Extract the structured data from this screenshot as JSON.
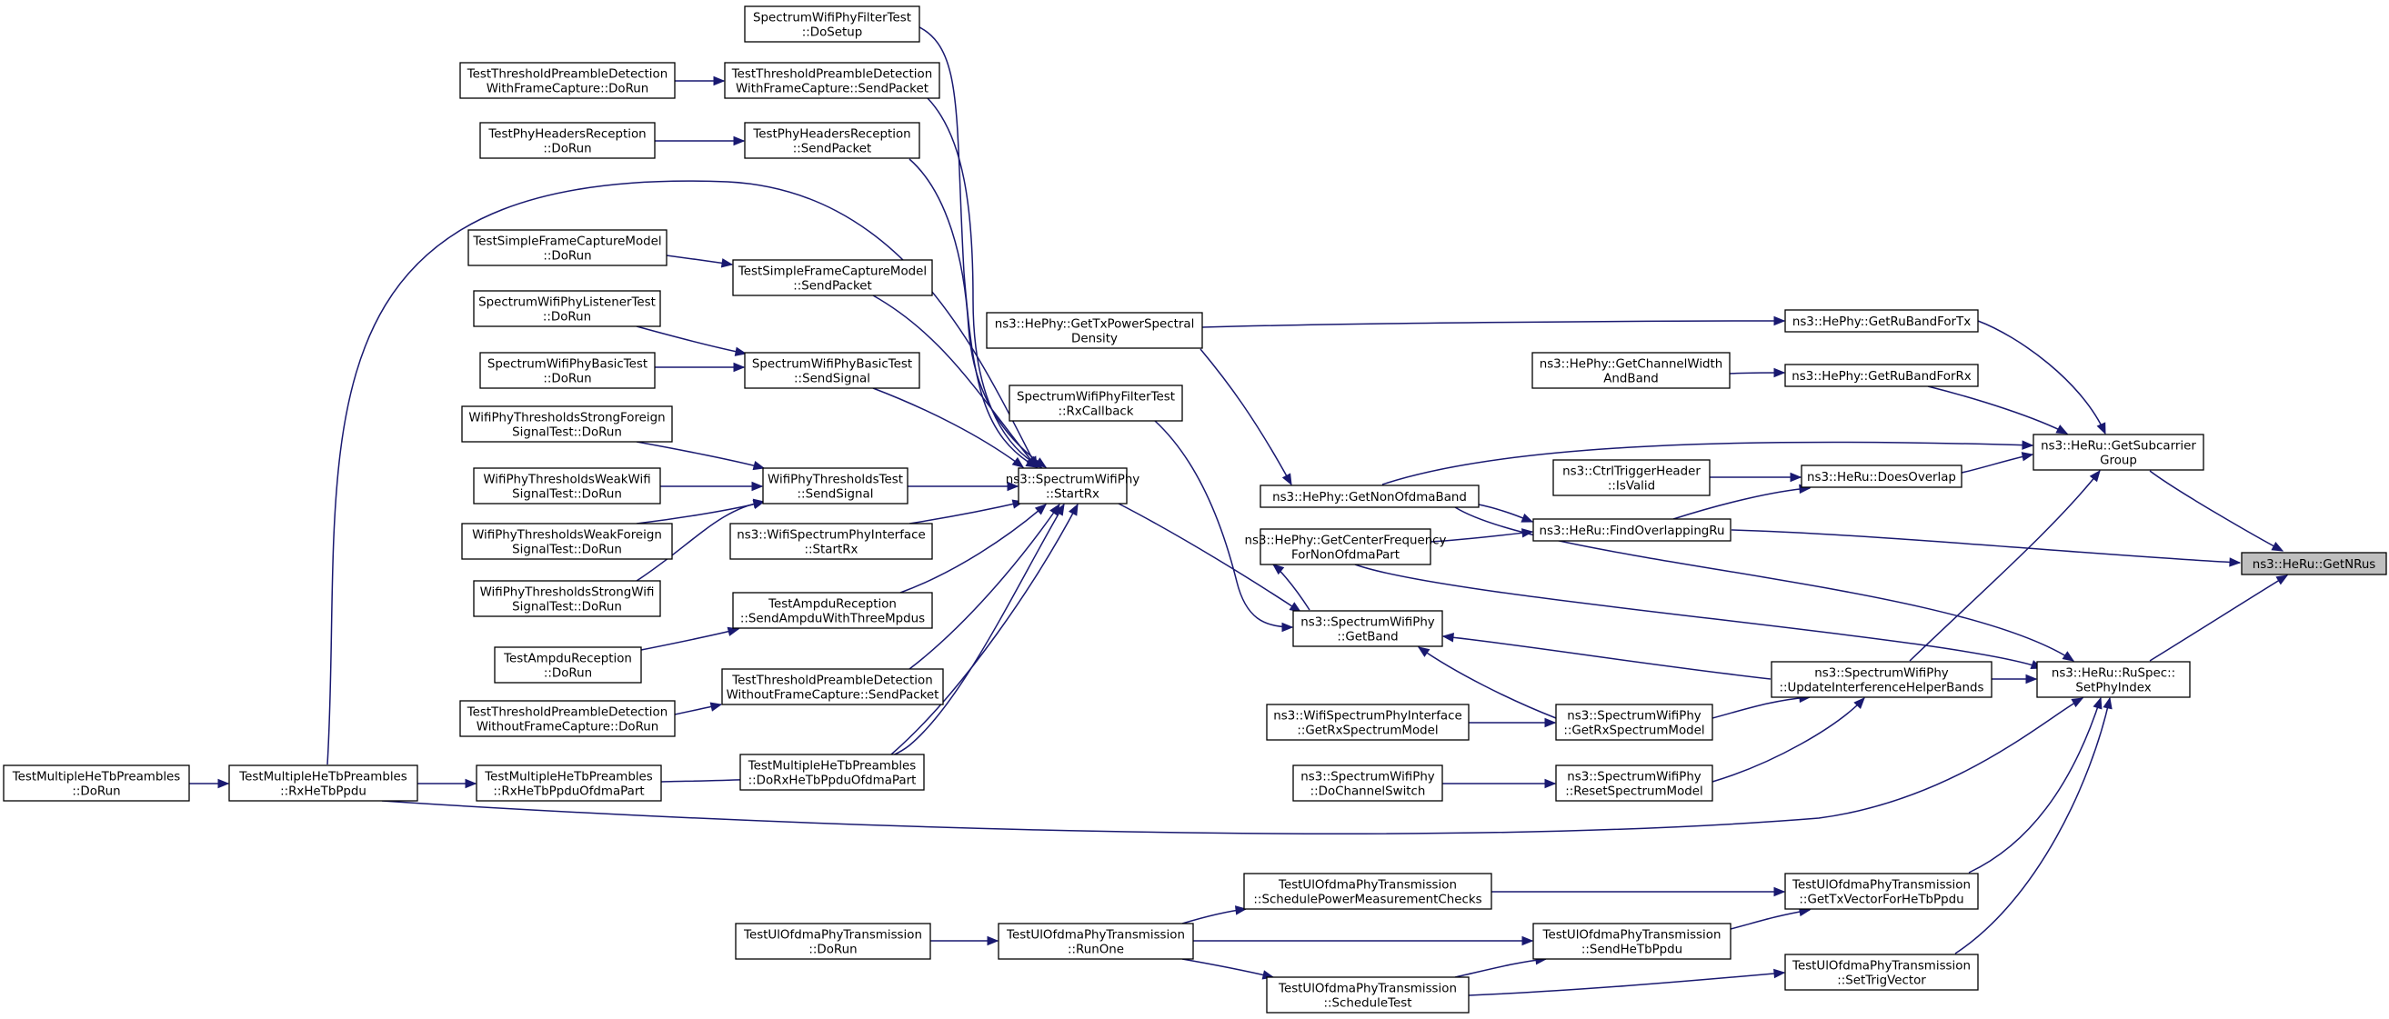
{
  "graph": {
    "title": "",
    "colors": {
      "edge": "#191970",
      "node_border": "#000000",
      "target_fill": "#bfbfbf",
      "node_fill": "#ffffff"
    },
    "nodes": [
      {
        "id": "n0",
        "lines": [
          "ns3::HeRu::GetNRus"
        ],
        "target": true
      },
      {
        "id": "n1",
        "lines": [
          "ns3::HeRu::GetSubcarrier",
          "Group"
        ]
      },
      {
        "id": "n2",
        "lines": [
          "ns3::HeRu::FindOverlappingRu"
        ]
      },
      {
        "id": "n3",
        "lines": [
          "ns3::HeRu::RuSpec::",
          "SetPhyIndex"
        ]
      },
      {
        "id": "n4",
        "lines": [
          "ns3::HePhy::GetRuBandForTx"
        ]
      },
      {
        "id": "n5",
        "lines": [
          "ns3::HePhy::GetRuBandForRx"
        ]
      },
      {
        "id": "n6",
        "lines": [
          "ns3::HeRu::DoesOverlap"
        ]
      },
      {
        "id": "n7",
        "lines": [
          "ns3::SpectrumWifiPhy",
          "::UpdateInterferenceHelperBands"
        ]
      },
      {
        "id": "n8",
        "lines": [
          "ns3::HePhy::GetTxPowerSpectral",
          "Density"
        ]
      },
      {
        "id": "n9",
        "lines": [
          "ns3::HePhy::GetChannelWidth",
          "AndBand"
        ]
      },
      {
        "id": "n10",
        "lines": [
          "ns3::CtrlTriggerHeader",
          "::IsValid"
        ]
      },
      {
        "id": "n11",
        "lines": [
          "ns3::HePhy::GetNonOfdmaBand"
        ]
      },
      {
        "id": "n12",
        "lines": [
          "ns3::HePhy::GetCenterFrequency",
          "ForNonOfdmaPart"
        ]
      },
      {
        "id": "n13",
        "lines": [
          "ns3::SpectrumWifiPhy",
          "::GetBand"
        ]
      },
      {
        "id": "n14",
        "lines": [
          "ns3::SpectrumWifiPhy",
          "::GetRxSpectrumModel"
        ]
      },
      {
        "id": "n15",
        "lines": [
          "ns3::SpectrumWifiPhy",
          "::ResetSpectrumModel"
        ]
      },
      {
        "id": "n16",
        "lines": [
          "TestMultipleHeTbPreambles",
          "::RxHeTbPpdu"
        ]
      },
      {
        "id": "n17",
        "lines": [
          "TestUlOfdmaPhyTransmission",
          "::GetTxVectorForHeTbPpdu"
        ]
      },
      {
        "id": "n18",
        "lines": [
          "TestUlOfdmaPhyTransmission",
          "::SetTrigVector"
        ]
      },
      {
        "id": "n19",
        "lines": [
          "ns3::SpectrumWifiPhy",
          "::StartRx"
        ]
      },
      {
        "id": "n20",
        "lines": [
          "SpectrumWifiPhyFilterTest",
          "::RxCallback"
        ]
      },
      {
        "id": "n21",
        "lines": [
          "ns3::WifiSpectrumPhyInterface",
          "::GetRxSpectrumModel"
        ]
      },
      {
        "id": "n22",
        "lines": [
          "ns3::SpectrumWifiPhy",
          "::DoChannelSwitch"
        ]
      },
      {
        "id": "n23",
        "lines": [
          "TestMultipleHeTbPreambles",
          "::DoRun"
        ]
      },
      {
        "id": "n24",
        "lines": [
          "TestMultipleHeTbPreambles",
          "::RxHeTbPpduOfdmaPart"
        ]
      },
      {
        "id": "n25",
        "lines": [
          "TestUlOfdmaPhyTransmission",
          "::SchedulePowerMeasurementChecks"
        ]
      },
      {
        "id": "n26",
        "lines": [
          "TestUlOfdmaPhyTransmission",
          "::SendHeTbPpdu"
        ]
      },
      {
        "id": "n27",
        "lines": [
          "TestUlOfdmaPhyTransmission",
          "::ScheduleTest"
        ]
      },
      {
        "id": "n28",
        "lines": [
          "SpectrumWifiPhyFilterTest",
          "::DoSetup"
        ]
      },
      {
        "id": "n29",
        "lines": [
          "TestThresholdPreambleDetection",
          "WithFrameCapture::SendPacket"
        ]
      },
      {
        "id": "n30",
        "lines": [
          "TestPhyHeadersReception",
          "::SendPacket"
        ]
      },
      {
        "id": "n31",
        "lines": [
          "TestSimpleFrameCaptureModel",
          "::SendPacket"
        ]
      },
      {
        "id": "n32",
        "lines": [
          "SpectrumWifiPhyBasicTest",
          "::SendSignal"
        ]
      },
      {
        "id": "n33",
        "lines": [
          "WifiPhyThresholdsTest",
          "::SendSignal"
        ]
      },
      {
        "id": "n34",
        "lines": [
          "ns3::WifiSpectrumPhyInterface",
          "::StartRx"
        ]
      },
      {
        "id": "n35",
        "lines": [
          "TestAmpduReception",
          "::SendAmpduWithThreeMpdus"
        ]
      },
      {
        "id": "n36",
        "lines": [
          "TestThresholdPreambleDetection",
          "WithoutFrameCapture::SendPacket"
        ]
      },
      {
        "id": "n37",
        "lines": [
          "TestMultipleHeTbPreambles",
          "::DoRxHeTbPpduOfdmaPart"
        ]
      },
      {
        "id": "n38",
        "lines": [
          "TestUlOfdmaPhyTransmission",
          "::RunOne"
        ]
      },
      {
        "id": "n39",
        "lines": [
          "TestThresholdPreambleDetection",
          "WithFrameCapture::DoRun"
        ]
      },
      {
        "id": "n40",
        "lines": [
          "TestPhyHeadersReception",
          "::DoRun"
        ]
      },
      {
        "id": "n41",
        "lines": [
          "TestSimpleFrameCaptureModel",
          "::DoRun"
        ]
      },
      {
        "id": "n42",
        "lines": [
          "SpectrumWifiPhyListenerTest",
          "::DoRun"
        ]
      },
      {
        "id": "n43",
        "lines": [
          "SpectrumWifiPhyBasicTest",
          "::DoRun"
        ]
      },
      {
        "id": "n44",
        "lines": [
          "WifiPhyThresholdsStrongForeign",
          "SignalTest::DoRun"
        ]
      },
      {
        "id": "n45",
        "lines": [
          "WifiPhyThresholdsWeakWifi",
          "SignalTest::DoRun"
        ]
      },
      {
        "id": "n46",
        "lines": [
          "WifiPhyThresholdsWeakForeign",
          "SignalTest::DoRun"
        ]
      },
      {
        "id": "n47",
        "lines": [
          "WifiPhyThresholdsStrongWifi",
          "SignalTest::DoRun"
        ]
      },
      {
        "id": "n48",
        "lines": [
          "TestAmpduReception",
          "::DoRun"
        ]
      },
      {
        "id": "n49",
        "lines": [
          "TestThresholdPreambleDetection",
          "WithoutFrameCapture::DoRun"
        ]
      },
      {
        "id": "n50",
        "lines": [
          "TestUlOfdmaPhyTransmission",
          "::DoRun"
        ]
      }
    ],
    "edges": [
      [
        "n1",
        "n0"
      ],
      [
        "n2",
        "n0"
      ],
      [
        "n3",
        "n0"
      ],
      [
        "n4",
        "n1"
      ],
      [
        "n5",
        "n1"
      ],
      [
        "n6",
        "n1"
      ],
      [
        "n7",
        "n1"
      ],
      [
        "n11",
        "n1"
      ],
      [
        "n8",
        "n4"
      ],
      [
        "n9",
        "n5"
      ],
      [
        "n10",
        "n6"
      ],
      [
        "n2",
        "n6"
      ],
      [
        "n11",
        "n2"
      ],
      [
        "n12",
        "n2"
      ],
      [
        "n7",
        "n3"
      ],
      [
        "n16",
        "n3"
      ],
      [
        "n17",
        "n3"
      ],
      [
        "n18",
        "n3"
      ],
      [
        "n11",
        "n3"
      ],
      [
        "n12",
        "n3"
      ],
      [
        "n8",
        "n11"
      ],
      [
        "n13",
        "n12"
      ],
      [
        "n7",
        "n13"
      ],
      [
        "n14",
        "n13"
      ],
      [
        "n19",
        "n13"
      ],
      [
        "n20",
        "n13"
      ],
      [
        "n14",
        "n7"
      ],
      [
        "n15",
        "n7"
      ],
      [
        "n21",
        "n14"
      ],
      [
        "n22",
        "n15"
      ],
      [
        "n23",
        "n16"
      ],
      [
        "n25",
        "n17"
      ],
      [
        "n26",
        "n17"
      ],
      [
        "n27",
        "n18"
      ],
      [
        "n16",
        "n19"
      ],
      [
        "n24",
        "n19"
      ],
      [
        "n28",
        "n19"
      ],
      [
        "n29",
        "n19"
      ],
      [
        "n30",
        "n19"
      ],
      [
        "n31",
        "n19"
      ],
      [
        "n32",
        "n19"
      ],
      [
        "n33",
        "n19"
      ],
      [
        "n34",
        "n19"
      ],
      [
        "n35",
        "n19"
      ],
      [
        "n36",
        "n19"
      ],
      [
        "n37",
        "n19"
      ],
      [
        "n16",
        "n24"
      ],
      [
        "n39",
        "n29"
      ],
      [
        "n40",
        "n30"
      ],
      [
        "n41",
        "n31"
      ],
      [
        "n42",
        "n32"
      ],
      [
        "n43",
        "n32"
      ],
      [
        "n44",
        "n33"
      ],
      [
        "n45",
        "n33"
      ],
      [
        "n46",
        "n33"
      ],
      [
        "n47",
        "n33"
      ],
      [
        "n48",
        "n35"
      ],
      [
        "n49",
        "n36"
      ],
      [
        "n38",
        "n25"
      ],
      [
        "n38",
        "n26"
      ],
      [
        "n27",
        "n26"
      ],
      [
        "n38",
        "n27"
      ],
      [
        "n50",
        "n38"
      ]
    ]
  }
}
